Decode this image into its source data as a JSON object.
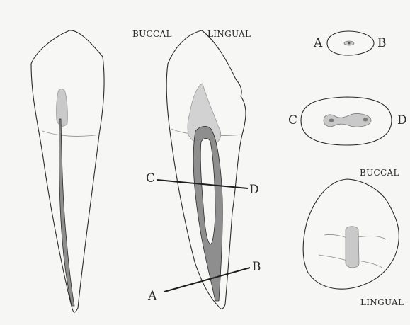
{
  "labels": {
    "buccal_top": "BUCCAL",
    "lingual_top": "LINGUAL",
    "buccal_right": "BUCCAL",
    "lingual_bottom": "LINGUAL",
    "a_small": "A",
    "b_small": "B",
    "c_mid": "C",
    "d_mid": "D",
    "c_tooth": "C",
    "d_tooth": "D",
    "a_tooth": "A",
    "b_tooth": "B"
  },
  "colors": {
    "outline": "#2b2b2b",
    "pulp_fill": "#c9c9c9",
    "pulp_dark": "#8e8e8e",
    "background": "#f6f6f4"
  }
}
